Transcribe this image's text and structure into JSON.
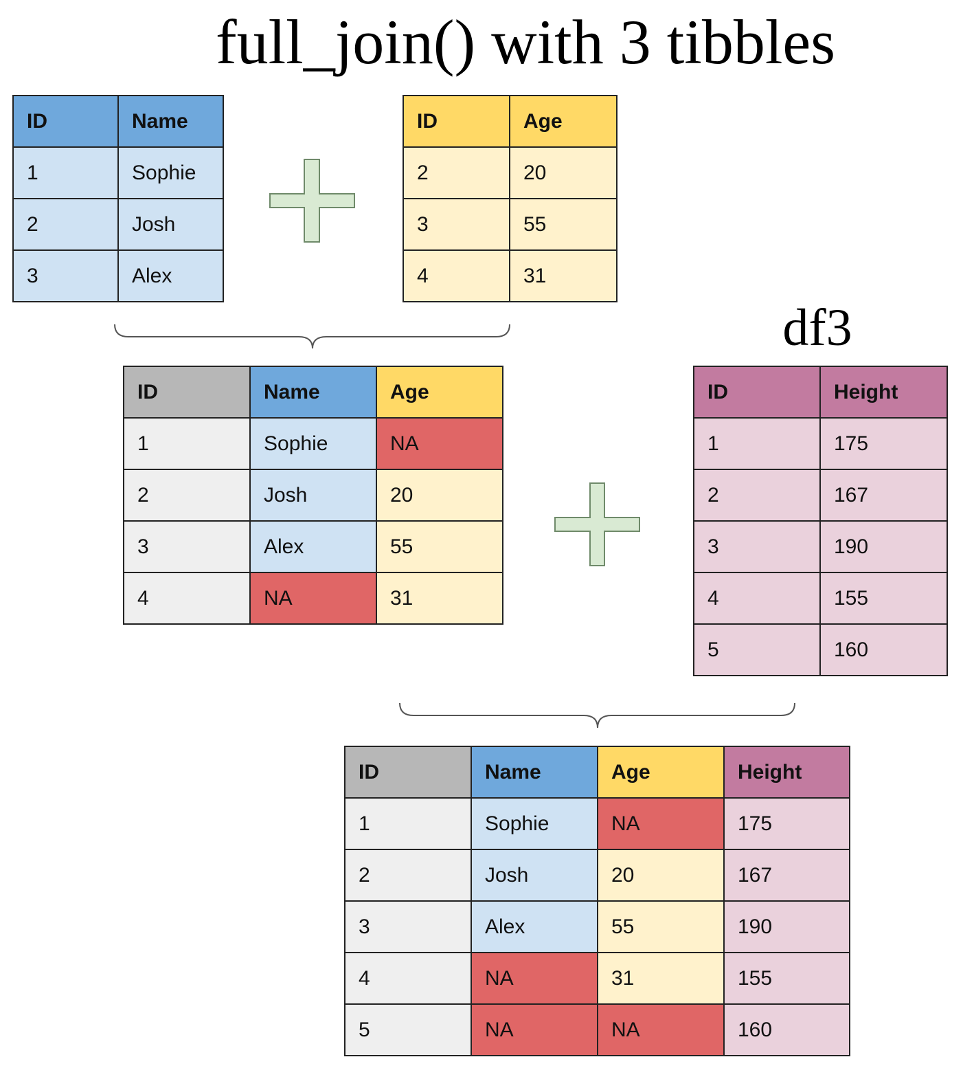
{
  "title": "full_join() with 3 tibbles",
  "df3_label": "df3",
  "colors": {
    "id_header": "#b7b7b7",
    "id_cell": "#efefef",
    "name_header": "#6fa8dc",
    "name_cell": "#cfe2f3",
    "age_header": "#ffd966",
    "age_cell": "#fff2cc",
    "height_header": "#c27ba0",
    "height_cell": "#ead1dc",
    "na_cell": "#e06666",
    "plus_fill": "#d9ead3"
  },
  "tables": [
    {
      "id": "t1",
      "x": 18,
      "columns": [
        {
          "label": "ID",
          "header": "h-blue",
          "cell": "c-blue",
          "width": 153
        },
        {
          "label": "Name",
          "header": "h-blue",
          "cell": "c-blue",
          "width": 153
        }
      ],
      "rows": [
        [
          "1",
          "Sophie"
        ],
        [
          "2",
          "Josh"
        ],
        [
          "3",
          "Alex"
        ]
      ]
    },
    {
      "id": "t2",
      "columns": [
        {
          "label": "ID",
          "header": "h-yellow",
          "cell": "c-yellow",
          "width": 155
        },
        {
          "label": "Age",
          "header": "h-yellow",
          "cell": "c-yellow",
          "width": 156
        }
      ],
      "rows": [
        [
          "2",
          "20"
        ],
        [
          "3",
          "55"
        ],
        [
          "4",
          "31"
        ]
      ]
    },
    {
      "id": "t3",
      "columns": [
        {
          "label": "ID",
          "header": "h-gray",
          "cell": "c-gray",
          "width": 184
        },
        {
          "label": "Name",
          "header": "h-blue",
          "cell": "c-blue",
          "width": 184
        },
        {
          "label": "Age",
          "header": "h-yellow",
          "cell": "c-yellow",
          "width": 184
        }
      ],
      "rows": [
        [
          "1",
          "Sophie",
          "NA"
        ],
        [
          "2",
          "Josh",
          "20"
        ],
        [
          "3",
          "Alex",
          "55"
        ],
        [
          "4",
          "NA",
          "31"
        ]
      ]
    },
    {
      "id": "t4",
      "columns": [
        {
          "label": "ID",
          "header": "h-purple",
          "cell": "c-purple",
          "width": 184
        },
        {
          "label": "Height",
          "header": "h-purple",
          "cell": "c-purple",
          "width": 185
        }
      ],
      "rows": [
        [
          "1",
          "175"
        ],
        [
          "2",
          "167"
        ],
        [
          "3",
          "190"
        ],
        [
          "4",
          "155"
        ],
        [
          "5",
          "160"
        ]
      ]
    },
    {
      "id": "t5",
      "columns": [
        {
          "label": "ID",
          "header": "h-gray",
          "cell": "c-gray",
          "width": 184
        },
        {
          "label": "Name",
          "header": "h-blue",
          "cell": "c-blue",
          "width": 184
        },
        {
          "label": "Age",
          "header": "h-yellow",
          "cell": "c-yellow",
          "width": 184
        },
        {
          "label": "Height",
          "header": "h-purple",
          "cell": "c-purple",
          "width": 183
        }
      ],
      "rows": [
        [
          "1",
          "Sophie",
          "NA",
          "175"
        ],
        [
          "2",
          "Josh",
          "20",
          "167"
        ],
        [
          "3",
          "Alex",
          "55",
          "190"
        ],
        [
          "4",
          "NA",
          "31",
          "155"
        ],
        [
          "5",
          "NA",
          "NA",
          "160"
        ]
      ]
    }
  ]
}
